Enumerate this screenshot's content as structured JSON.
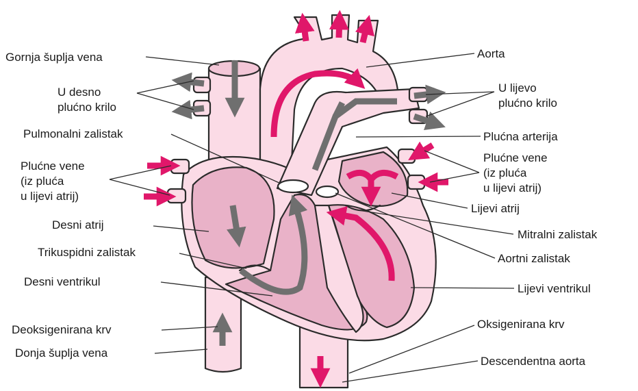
{
  "colors": {
    "tissue_light": "#fbdbe6",
    "chamber": "#e9b2c8",
    "oxygenated_arrow": "#e0176a",
    "deoxygenated_arrow": "#6f6f6f",
    "outline": "#2b2b2b"
  },
  "labels": {
    "superior_vena_cava": "Gornja šuplja vena",
    "right_lung_line1": "U desno",
    "right_lung_line2": "plućno krilo",
    "pulmonary_valve": "Pulmonalni zalistak",
    "pulmonary_veins_left_line1": "Plućne vene",
    "pulmonary_veins_left_line2": "(iz pluća",
    "pulmonary_veins_left_line3": "u lijevi atrij)",
    "right_atrium": "Desni atrij",
    "tricuspid_valve": "Trikuspidni zalistak",
    "right_ventricle": "Desni ventrikul",
    "deoxygenated_blood": "Deoksigenirana krv",
    "inferior_vena_cava": "Donja šuplja vena",
    "aorta": "Aorta",
    "left_lung_line1": "U lijevo",
    "left_lung_line2": "plućno krilo",
    "pulmonary_artery": "Plućna arterija",
    "pulmonary_veins_right_line1": "Plućne vene",
    "pulmonary_veins_right_line2": "(iz pluća",
    "pulmonary_veins_right_line3": "u lijevi atrij)",
    "left_atrium": "Lijevi atrij",
    "mitral_valve": "Mitralni zalistak",
    "aortic_valve": "Aortni zalistak",
    "left_ventricle": "Lijevi ventrikul",
    "oxygenated_blood": "Oksigenirana krv",
    "descending_aorta": "Descendentna aorta"
  }
}
